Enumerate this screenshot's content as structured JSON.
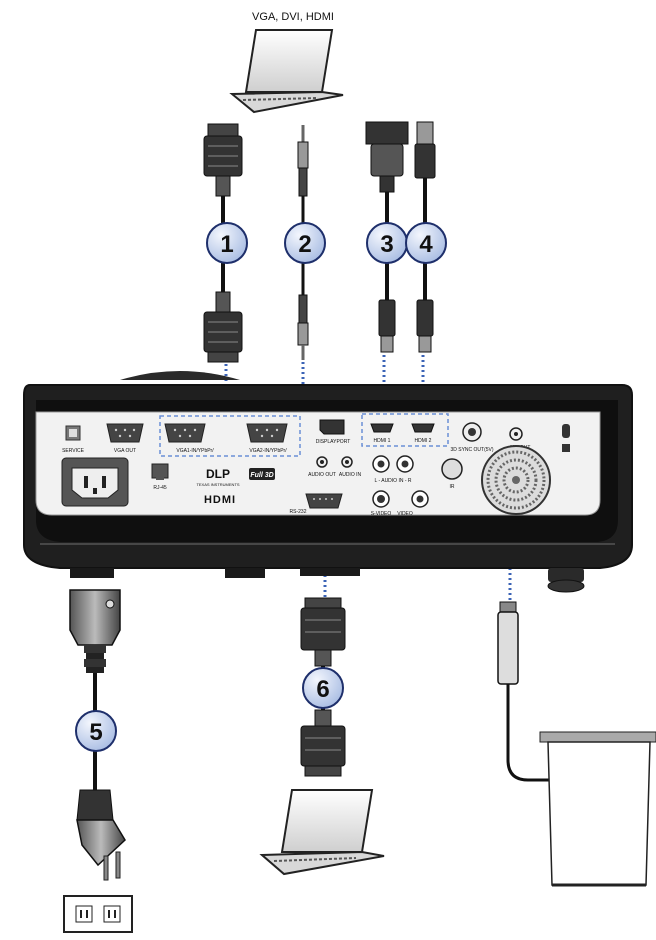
{
  "title": "VGA, DVI, HDMI",
  "callouts": [
    "1",
    "2",
    "3",
    "4",
    "5",
    "6"
  ],
  "ports": {
    "service": "SERVICE",
    "vga_out": "VGA OUT",
    "vga1_in": "VGA1-IN/YPbPr/",
    "vga2_in": "VGA2-IN/YPbPr/",
    "rj45": "RJ-45",
    "displayport": "DISPLAYPORT",
    "hdmi1": "HDMI 1",
    "hdmi2": "HDMI 2",
    "audio_out": "AUDIO OUT",
    "audio_in": "AUDIO IN",
    "audio_in_lr": "L - AUDIO IN - R",
    "ir": "IR",
    "sync_3d": "3D SYNC OUT(5V)",
    "twelve_v_out": "12V OUT",
    "rs232": "RS-232",
    "s_video": "S-VIDEO",
    "video": "VIDEO"
  },
  "logos": {
    "dlp": "DLP",
    "dlp_sub": "TEXAS INSTRUMENTS",
    "full3d": "Full 3D",
    "hdmi": "HDMI"
  },
  "colors": {
    "callout_fill": "#c8d6ee",
    "callout_stroke": "#1e2f6b",
    "dotted_line": "#3b63b6",
    "projector": "#1f1f1f",
    "panel_lines": "#6b8fd6"
  }
}
